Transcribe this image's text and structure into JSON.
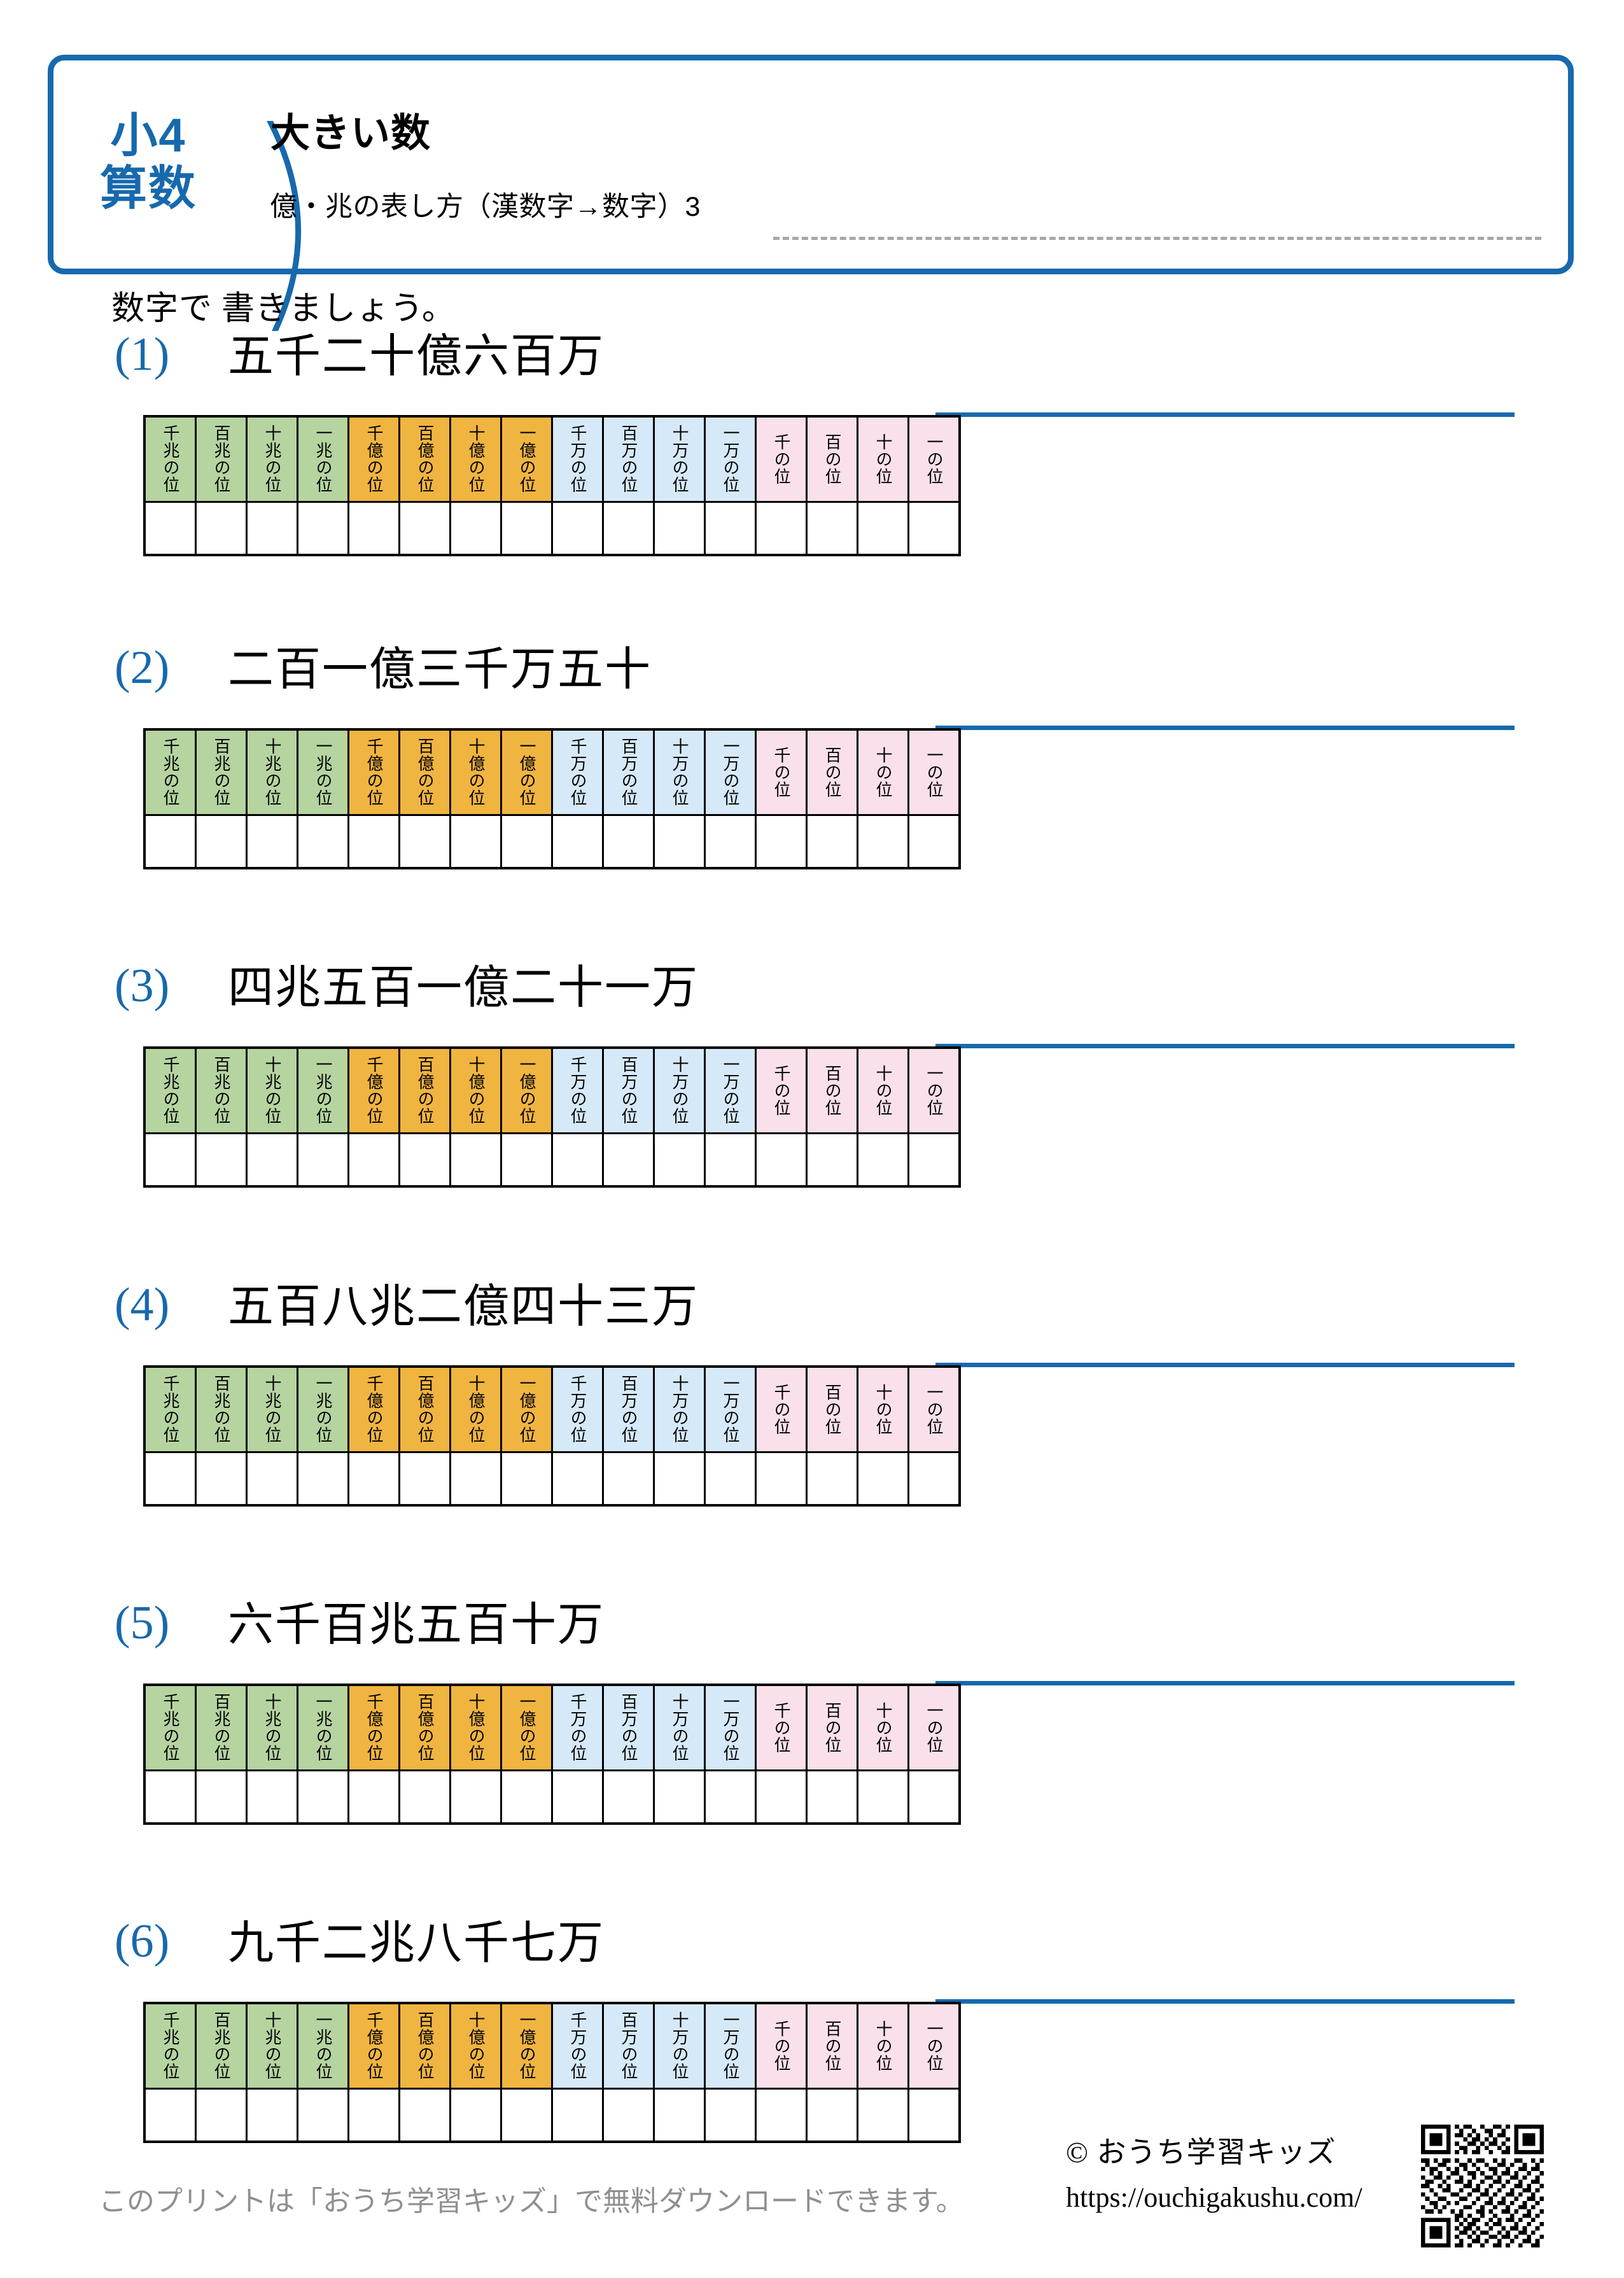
{
  "header": {
    "grade_line1": "小4",
    "grade_line2": "算数",
    "title": "大きい数",
    "subtitle": "億・兆の表し方（漢数字→数字）3",
    "accent_color": "#1769ad",
    "name_line_color": "#a8a8a8"
  },
  "instruction": "数字で 書きましょう。",
  "place_value_headers": [
    {
      "label": "千兆の位",
      "group": "cho",
      "color": "#b5d4a0"
    },
    {
      "label": "百兆の位",
      "group": "cho",
      "color": "#b5d4a0"
    },
    {
      "label": "十兆の位",
      "group": "cho",
      "color": "#b5d4a0"
    },
    {
      "label": "一兆の位",
      "group": "cho",
      "color": "#b5d4a0"
    },
    {
      "label": "千億の位",
      "group": "oku",
      "color": "#f0b440"
    },
    {
      "label": "百億の位",
      "group": "oku",
      "color": "#f0b440"
    },
    {
      "label": "十億の位",
      "group": "oku",
      "color": "#f0b440"
    },
    {
      "label": "一億の位",
      "group": "oku",
      "color": "#f0b440"
    },
    {
      "label": "千万の位",
      "group": "man",
      "color": "#d6e9f8"
    },
    {
      "label": "百万の位",
      "group": "man",
      "color": "#d6e9f8"
    },
    {
      "label": "十万の位",
      "group": "man",
      "color": "#d6e9f8"
    },
    {
      "label": "一万の位",
      "group": "man",
      "color": "#d6e9f8"
    },
    {
      "label": "千の位",
      "group": "ichi",
      "color": "#fae0ea"
    },
    {
      "label": "百の位",
      "group": "ichi",
      "color": "#fae0ea"
    },
    {
      "label": "十の位",
      "group": "ichi",
      "color": "#fae0ea"
    },
    {
      "label": "一の位",
      "group": "ichi",
      "color": "#fae0ea"
    }
  ],
  "problems": [
    {
      "number": "(1)",
      "text": "五千二十億六百万",
      "answer": ""
    },
    {
      "number": "(2)",
      "text": "二百一億三千万五十",
      "answer": ""
    },
    {
      "number": "(3)",
      "text": "四兆五百一億二十一万",
      "answer": ""
    },
    {
      "number": "(4)",
      "text": "五百八兆二億四十三万",
      "answer": ""
    },
    {
      "number": "(5)",
      "text": "六千百兆五百十万",
      "answer": ""
    },
    {
      "number": "(6)",
      "text": "九千二兆八千七万",
      "answer": ""
    }
  ],
  "footer": {
    "left_note": "このプリントは「おうち学習キッズ」で無料ダウンロードできます。",
    "copyright": "© おうち学習キッズ",
    "url": "https://ouchigakushu.com/"
  }
}
